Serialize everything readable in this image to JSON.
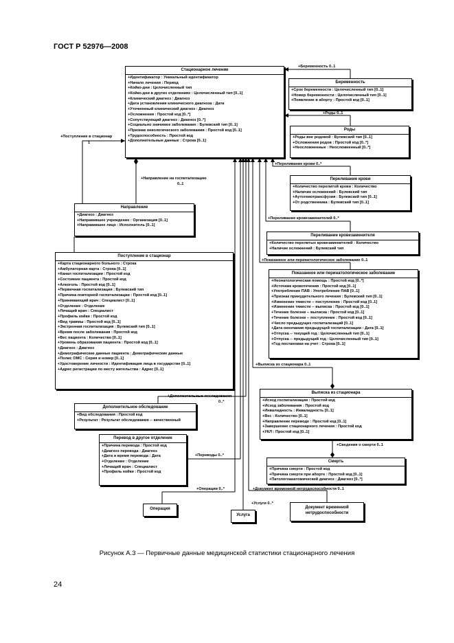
{
  "header": "ГОСТ Р 52976—2008",
  "caption": "Рисунок А.3 — Первичные данные медицинской статистики стационарного лечения",
  "page_number": "24",
  "classes": {
    "main": {
      "title": "Стационарное лечение",
      "attrs": [
        "+Идентификатор : Уникальный идентификатор",
        "+Начало лечения : Период",
        "+Койко-дни : Целочисленный тип",
        "+Койко-дни в других отделениях : Целочисленный тип [0..1]",
        "+Клинический диагноз : Диагноз",
        "+Дата установления клинического диагноза : Дата",
        "+Уточненный клинический диагноз : Диагноз",
        "+Осложнения : Простой код [0..*]",
        "+Сопутствующий диагноз : Диагноз [0..*]",
        "+Социально значимое заболевание : Булевский тип [0..1]",
        "+Признак онкологического заболевания : Простой код [0..1]",
        "+Трудоспособность : Простой код",
        "+Дополнительные данные : Строка [0..1]"
      ]
    },
    "pregnancy": {
      "title": "Беременность",
      "attrs": [
        "+Срок беременности : Целочисленный тип [0..1]",
        "+Номер беременности : Целочисленный тип [0..1]",
        "+Появление в аборту : Простой код [0..1]"
      ]
    },
    "birth": {
      "title": "Роды",
      "attrs": [
        "+Роды вне родовой : Булевский тип [0..1]",
        "+Осложнения родов : Простой код [0..*]",
        "+Неосложненные : Неосложненный [0..*]"
      ]
    },
    "burn": {
      "title": "Переливание крови",
      "attrs": [
        "+Количество перелитой крови : Количество",
        "+Наличие осложнений : Булевский тип",
        "+Аутогемотрансфузия : Булевский тип [0..1]",
        "+От родственника : Булевский тип [0..1]"
      ]
    },
    "transfusion": {
      "title": "Переливание кровезаменителя",
      "attrs": [
        "+Количество перелитых кровезаменителей : Количество",
        "+Наличие осложнений : Булевский тип"
      ]
    },
    "pathology": {
      "title": "Показанное или перинатологическое заболевание",
      "attrs": [
        "+Неонатологическая помощь : Простой код [0..*]",
        "+Источник кровотечения : Простой код [0..1]",
        "+Употребление ПАВ : Употребление ПАВ [0..1]",
        "+Признак принудительного лечения : Булевский тип [0..1]",
        "+Изменение тяжести -- поступление : Простой код [0..1]",
        "+Изменение тяжести -- выписка : Простой код [0..1]",
        "+Течение болезни -- выписка : Простой код [0..1]",
        "+Течение болезни -- поступление : Простой код [0..1]",
        "+Число предыдущих госпитализаций [0..1]",
        "+Дата окончания предыдущей госпитализации : Дата [0..1]",
        "+Отпуска -- текущий год : Целочисленный тип [0..1]",
        "+Отпуска -- предыдущий год : Целочисленный тип [0..1]",
        "+Год постановки на учет : Строка [0..1]"
      ]
    },
    "referral": {
      "title": "Направление",
      "attrs": [
        "+Диагноз : Диагноз",
        "+Направившее учреждение : Организация [0..1]",
        "+Направившее лицо : Исполнитель [0..1]"
      ]
    },
    "admission": {
      "title": "Поступление в стационар",
      "attrs": [
        "+Карта стационарного больного : Строка",
        "+Амбулаторная карта : Строка [0..1]",
        "+Канал госпитализации : Простой код",
        "+Состояние пациента : Простой код",
        "+Алкоголь : Простой код [0..1]",
        "+Первичная госпитализация : Булевский тип",
        "+Причина повторной госпитализации : Простой код [0..1]",
        "+Принимающий врач : Специалист [0..1]",
        "+Отделение : Отделение",
        "+Лечащий врач : Специалист",
        "+Профиль койки : Простой код",
        "+Вид травмы : Простой код [0..1]",
        "+Экстренная госпитализация : Булевский тип [0..1]",
        "+Время после заболевания : Простой код",
        "+Вес пациента : Количество [0..1]",
        "+Уровень образования пациента : Простой код [0..1]",
        "+Диагноз : Диагноз",
        "+Демографические данные пациента : Демографические данные",
        "+Полис ОМС : Серия и номер [0..1]",
        "+Удостоверение личности : Идентификация лица в государстве [0..1]",
        "+Адрес регистрации по месту жительства : Адрес [0..1]"
      ]
    },
    "discharge": {
      "title": "Выписка из стационара",
      "attrs": [
        "+Исход госпитализации : Простой код",
        "+Исход заболевания : Простой код",
        "+Инвалидность : Инвалидность [0..1]",
        "+Вес : Количество [0..1]",
        "+Направление переводе : Простой код [0..1]",
        "+Завершение стационарного лечения : Простой код",
        "+УКЛ : Простой код [0..1]"
      ]
    },
    "exam": {
      "title": "Дополнительное обследование",
      "attrs": [
        "+Вид обследования : Простой код",
        "+Результат : Результат обследования -- качественный"
      ]
    },
    "transfer": {
      "title": "Перевод в другое отделение",
      "attrs": [
        "+Причина перевода : Простой код",
        "+Диагноз перевода : Диагноз",
        "+Дата и время перевода : Дата",
        "+Отделение : Отделение",
        "+Лечащий врач : Специалист",
        "+Профиль койки : Простой код"
      ]
    },
    "death": {
      "title": "Смерть",
      "attrs": [
        "+Причина смерти : Простой код",
        "+Причина смерти при аборте : Простой код [0..1]",
        "+Патологоанатомический диагноз : Диагноз [0..*]"
      ]
    },
    "operation": {
      "title": "Операция"
    },
    "service": {
      "title": "Услуга"
    },
    "disability": {
      "title": "Документ временной нетрудоспособности"
    }
  },
  "labels": {
    "pregnancy": "+Беременность  0..1",
    "birth": "+Роды  0..1",
    "burn": "+Переливание крови  0..*",
    "transfusion": "+Переливание кровезаменителей  0..*",
    "pathology": "+Показанное или перинатологическое заболевание  0..1",
    "admission": "+Поступление в стационар",
    "admission_mult": "1",
    "referral": "+Направление на госпитализацию",
    "referral_mult": "0..1",
    "discharge": "+Выписка из стационара  0..1",
    "exam": "+Дополнительные исследования",
    "exam_mult": "0..*",
    "death": "+Сведения о смерти  0..1",
    "transfer": "+Переводы  0..*",
    "operation": "+Операции  0..*",
    "service": "+Услуги  0..*",
    "disability": "+Документ временной нетрудоспособности  0..1"
  }
}
